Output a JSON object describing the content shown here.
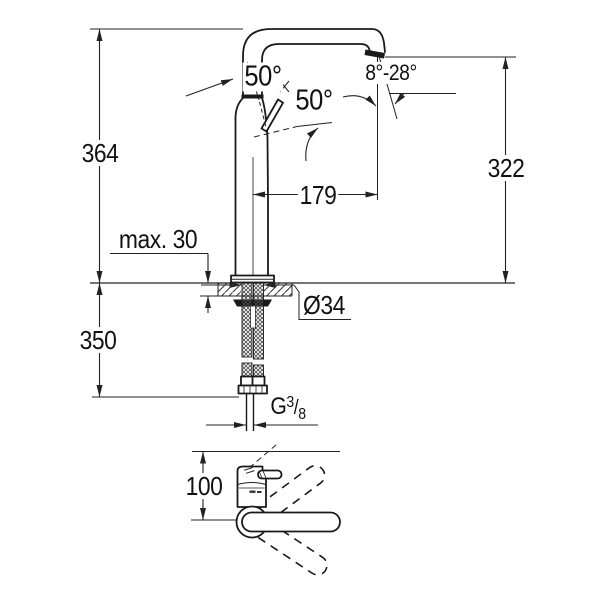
{
  "labels": {
    "height_total": "364",
    "spout_height": "322",
    "hose_length": "350",
    "spout_projection": "179",
    "handle_depth": "100",
    "deck_thickness_max": "max. 30",
    "hole_diameter": "Ø34",
    "handle_angle_front": "50°",
    "handle_angle_side": "50°",
    "spray_angle_range": "8°-28°",
    "thread": {
      "g": "G",
      "num": "3",
      "slash": "/",
      "den": "8"
    }
  },
  "colors": {
    "background": "#ffffff",
    "line": "#1a1a1a"
  }
}
